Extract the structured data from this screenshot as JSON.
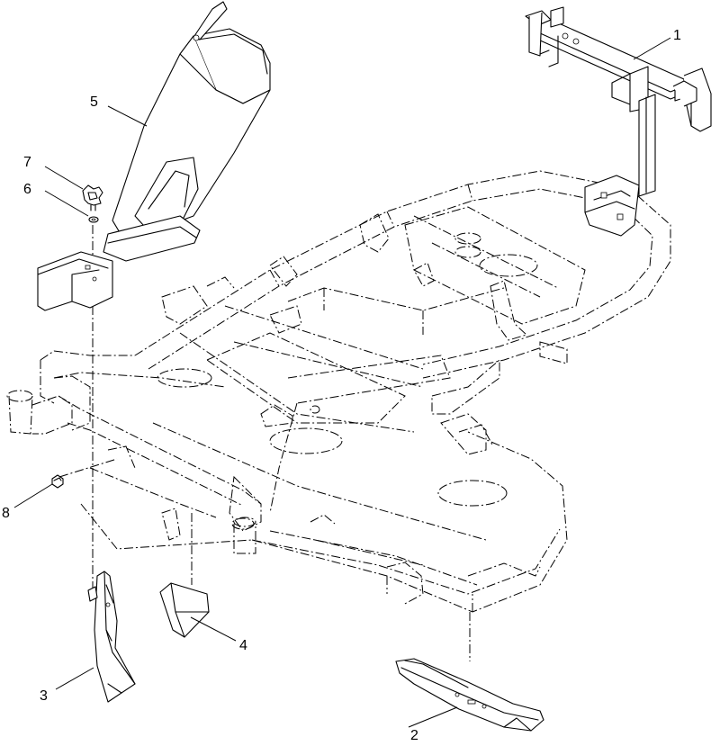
{
  "callouts": {
    "c1": "1",
    "c2": "2",
    "c3": "3",
    "c4": "4",
    "c5": "5",
    "c6": "6",
    "c7": "7",
    "c8": "8"
  },
  "colors": {
    "ink": "#000000",
    "background": "#ffffff"
  }
}
